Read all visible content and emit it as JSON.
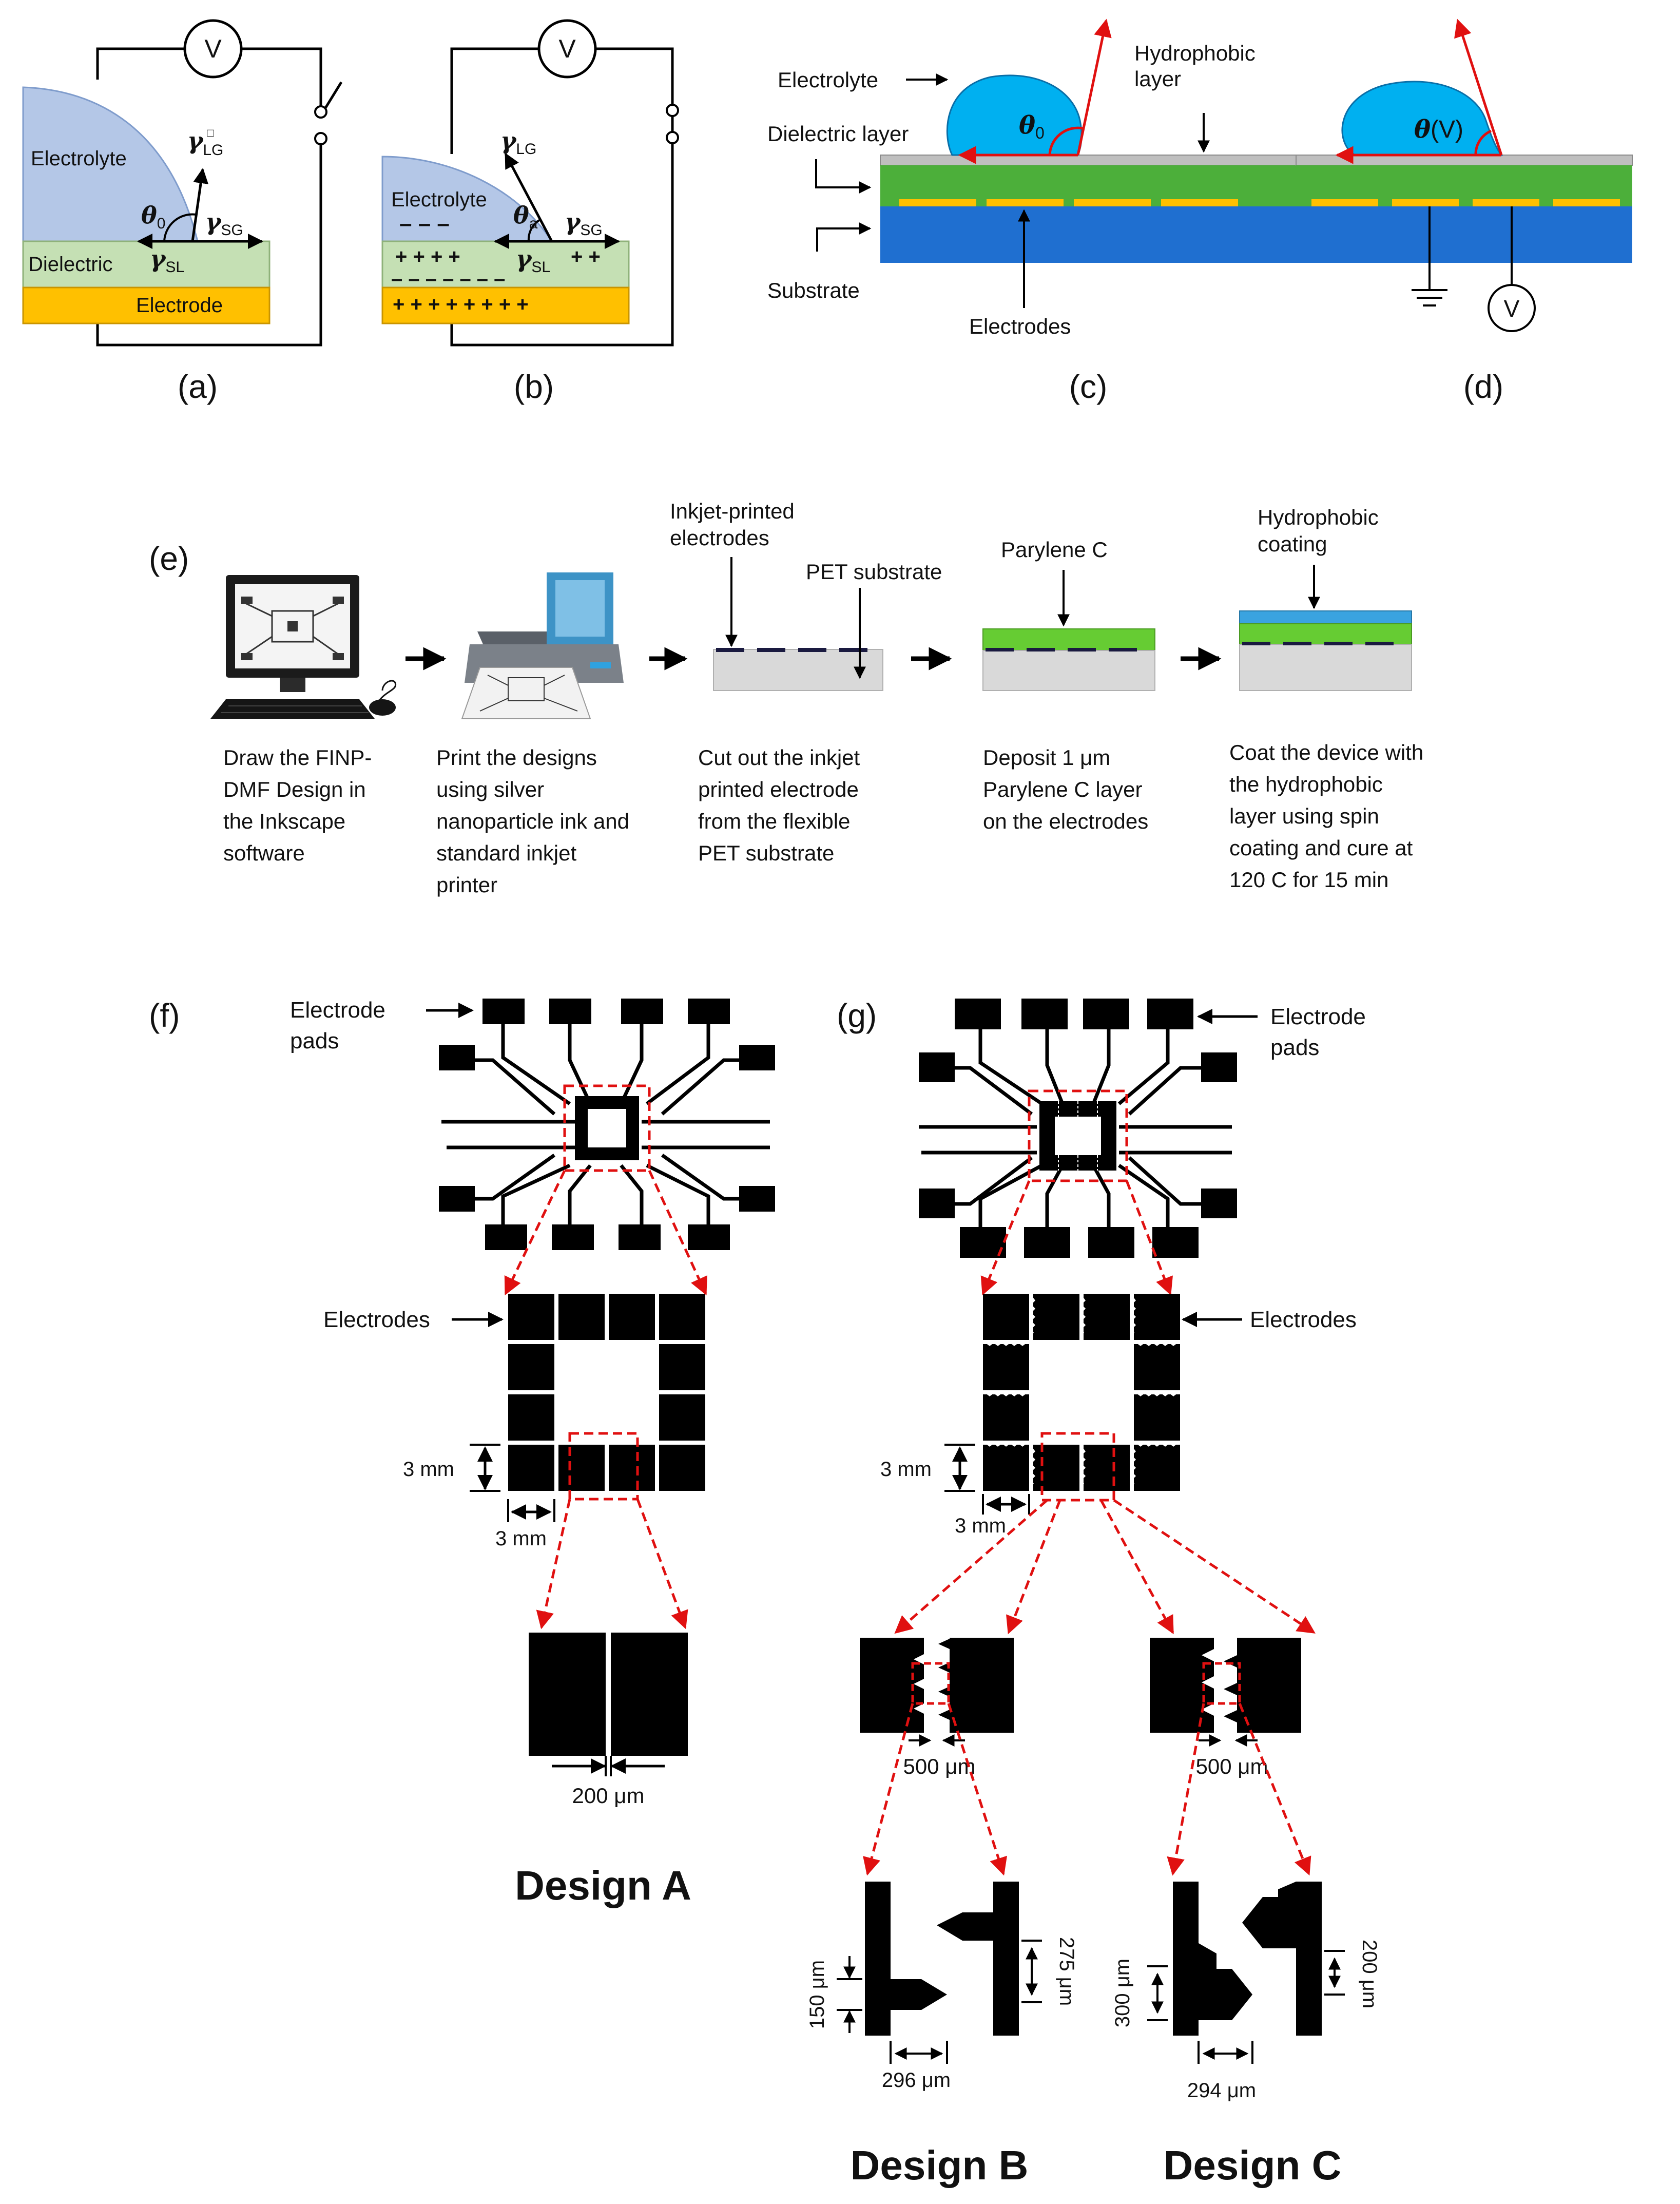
{
  "colors": {
    "electrolyte": "#b4c7e7",
    "dielectric": "#c5e0b4",
    "electrode": "#ffc000",
    "droplet": "#00b0f0",
    "green_layer": "#4caf3a",
    "substrate": "#1f6fd0",
    "hydrophobic": "#bfbfbf",
    "red": "#e01010",
    "black": "#000000",
    "pet": "#d9d9d9",
    "coating": "#3aa3e0"
  },
  "panels": {
    "a": {
      "label": "(a)",
      "meter": "V",
      "electrolyte": "Electrolyte",
      "dielectric": "Dielectric",
      "electrode": "Electrode",
      "gamma_lg": "γ",
      "gamma_lg_sub": "LG",
      "gamma_lg_sup": "□",
      "gamma_sg": "γ",
      "gamma_sg_sub": "SG",
      "gamma_sl": "γ",
      "gamma_sl_sub": "SL",
      "theta": "θ",
      "theta_sub": "0"
    },
    "b": {
      "label": "(b)",
      "meter": "V",
      "electrolyte": "Electrolyte",
      "gamma_lg": "γ",
      "gamma_lg_sub": "LG",
      "gamma_sg": "γ",
      "gamma_sg_sub": "SG",
      "gamma_sl": "γ",
      "gamma_sl_sub": "SL",
      "theta": "θ",
      "theta_sub": "a",
      "minus": "– – –",
      "plus_row1a": "+ + + +",
      "plus_row1b": "+ +",
      "minus_row2": "– – – – – – –",
      "plus_row3": "+ + + + + + + +"
    },
    "c": {
      "label": "(c)",
      "electrolyte": "Electrolyte",
      "hydrophobic_1": "Hydrophobic",
      "hydrophobic_2": "layer",
      "dielectric": "Dielectric layer",
      "substrate": "Substrate",
      "electrodes": "Electrodes",
      "theta": "θ",
      "theta_sub": "0"
    },
    "d": {
      "label": "(d)",
      "theta": "θ",
      "theta_v": "(V)",
      "meter": "V"
    },
    "e": {
      "label": "(e)",
      "inkjet_1": "Inkjet-printed",
      "inkjet_2": "electrodes",
      "pet": "PET substrate",
      "parylene": "Parylene C",
      "hydro_1": "Hydrophobic",
      "hydro_2": "coating",
      "step1": [
        "Draw the FINP-",
        "DMF Design in",
        "the Inkscape",
        "software"
      ],
      "step2": [
        "Print the designs",
        "using silver",
        "nanoparticle ink and",
        "standard inkjet",
        "printer"
      ],
      "step3": [
        "Cut out the inkjet",
        "printed electrode",
        "from the flexible",
        "PET substrate"
      ],
      "step4": [
        "Deposit 1 μm",
        "Parylene C layer",
        "on the electrodes"
      ],
      "step5": [
        "Coat the device with",
        "the hydrophobic",
        "layer using spin",
        "coating and cure at",
        "120 C for 15 min"
      ]
    },
    "f": {
      "label": "(f)",
      "pads_1": "Electrode",
      "pads_2": "pads",
      "electrodes": "Electrodes",
      "dim_v": "3 mm",
      "dim_h": "3 mm",
      "gap": "200 μm",
      "design": "Design A"
    },
    "g": {
      "label": "(g)",
      "pads_1": "Electrode",
      "pads_2": "pads",
      "electrodes": "Electrodes",
      "dim_v": "3 mm",
      "dim_h": "3 mm",
      "gap_b": "500 μm",
      "gap_c": "500 μm",
      "b_275": "275 μm",
      "b_150": "150 μm",
      "b_296": "296 μm",
      "c_200": "200 μm",
      "c_300": "300 μm",
      "c_294": "294 μm",
      "design_b": "Design B",
      "design_c": "Design C"
    }
  }
}
